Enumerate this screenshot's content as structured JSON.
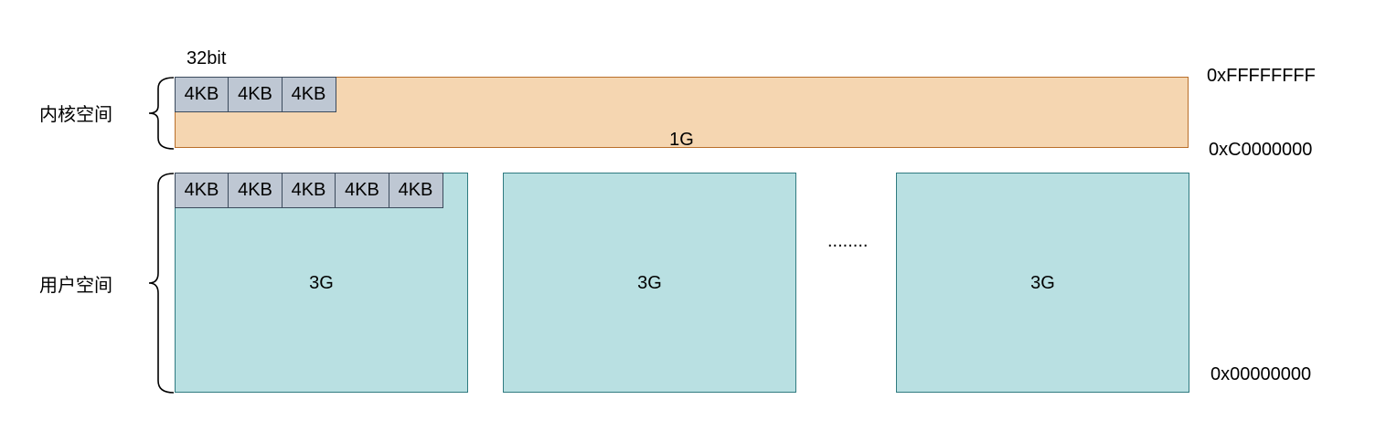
{
  "diagram": {
    "bit_width_label": "32bit",
    "kernel_space": {
      "label": "内核空间",
      "size_label": "1G",
      "page_cells": [
        "4KB",
        "4KB",
        "4KB"
      ],
      "addr_top": "0xFFFFFFFF",
      "addr_bottom": "0xC0000000"
    },
    "user_space": {
      "label": "用户空间",
      "blocks": [
        {
          "size_label": "3G",
          "page_cells": [
            "4KB",
            "4KB",
            "4KB",
            "4KB",
            "4KB"
          ]
        },
        {
          "size_label": "3G",
          "page_cells": []
        },
        {
          "size_label": "3G",
          "page_cells": []
        }
      ],
      "ellipsis": "........",
      "addr_bottom": "0x00000000"
    },
    "colors": {
      "kernel_fill": "#f5d6b1",
      "kernel_stroke": "#b96f2a",
      "user_fill": "#b9e0e2",
      "user_stroke": "#2f7a80",
      "page_fill": "#bec7d3",
      "page_stroke": "#3b4a5c"
    }
  }
}
